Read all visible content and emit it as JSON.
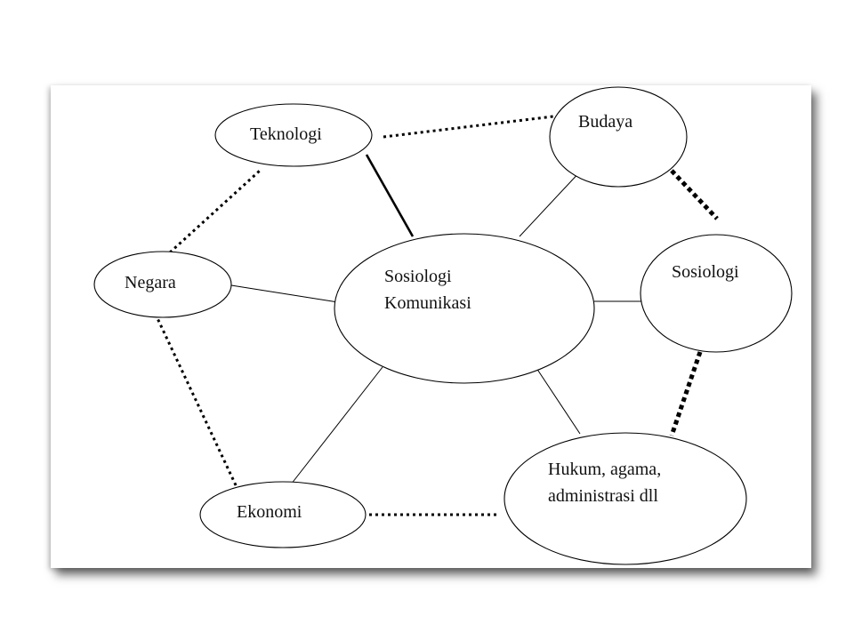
{
  "nodes": {
    "teknologi": "Teknologi",
    "budaya": "Budaya",
    "negara": "Negara",
    "sosiologi_komunikasi_line1": "Sosiologi",
    "sosiologi_komunikasi_line2": "Komunikasi",
    "sosiologi": "Sosiologi",
    "hukum_line1": "Hukum, agama,",
    "hukum_line2": "administrasi dll",
    "ekonomi": "Ekonomi"
  }
}
